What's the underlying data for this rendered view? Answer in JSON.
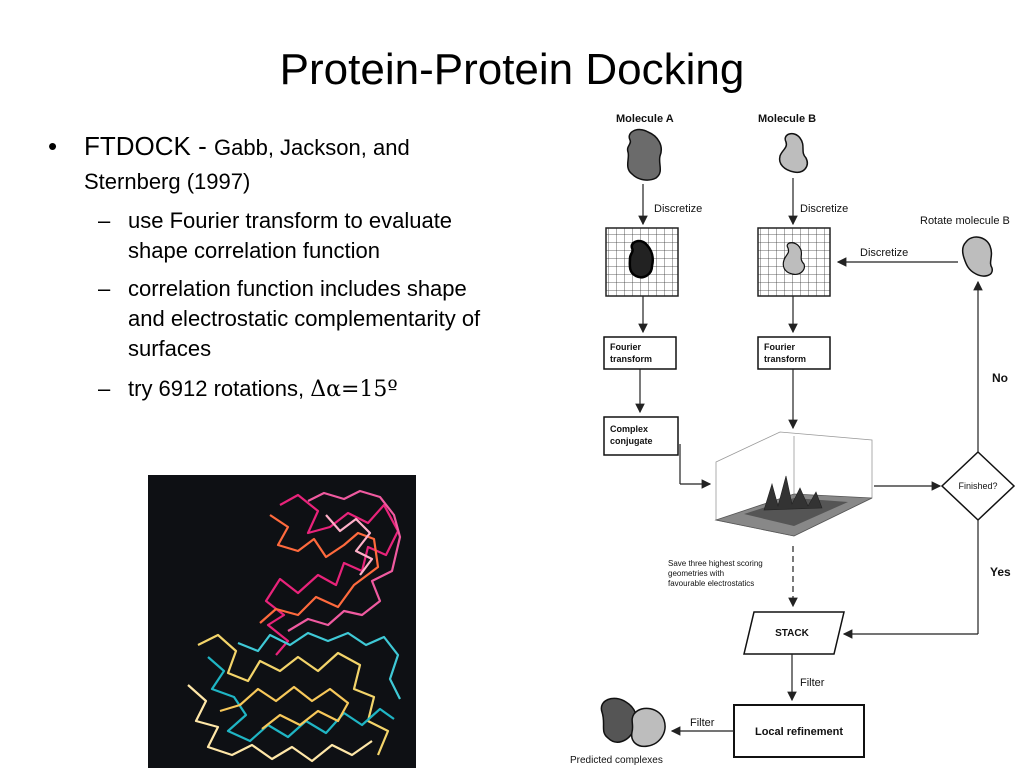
{
  "slide": {
    "title": "Protein-Protein Docking",
    "bullet": {
      "lead": "FTDOCK - ",
      "authors": "Gabb, Jackson, and",
      "authors_cont": "Sternberg (1997)",
      "subbullets": [
        {
          "line1": "use Fourier transform to evaluate",
          "line2": "shape correlation function"
        },
        {
          "line1": "correlation function includes shape",
          "line2": "and electrostatic complementarity of",
          "line3": "surfaces"
        },
        {
          "line1": "try 6912 rotations, ",
          "delta": "Δα=15º"
        }
      ]
    }
  },
  "diagram": {
    "molecule_a": "Molecule A",
    "molecule_b": "Molecule B",
    "discretize_a": "Discretize",
    "discretize_b": "Discretize",
    "discretize_rot": "Discretize",
    "rotate": "Rotate molecule B",
    "fourier_a_1": "Fourier",
    "fourier_a_2": "transform",
    "fourier_b_1": "Fourier",
    "fourier_b_2": "transform",
    "complex_1": "Complex",
    "complex_2": "conjugate",
    "finished": "Finished?",
    "no": "No",
    "yes": "Yes",
    "save_1": "Save three highest scoring",
    "save_2": "geometries with",
    "save_3": "favourable electrostatics",
    "stack": "STACK",
    "filter_down": "Filter",
    "filter_left": "Filter",
    "local": "Local refinement",
    "predicted": "Predicted complexes"
  },
  "colors": {
    "accent_magenta": "#e8237a",
    "accent_cyan": "#1fb5c4",
    "accent_yellow": "#f3d46a",
    "photo_bg": "#0e1014"
  }
}
